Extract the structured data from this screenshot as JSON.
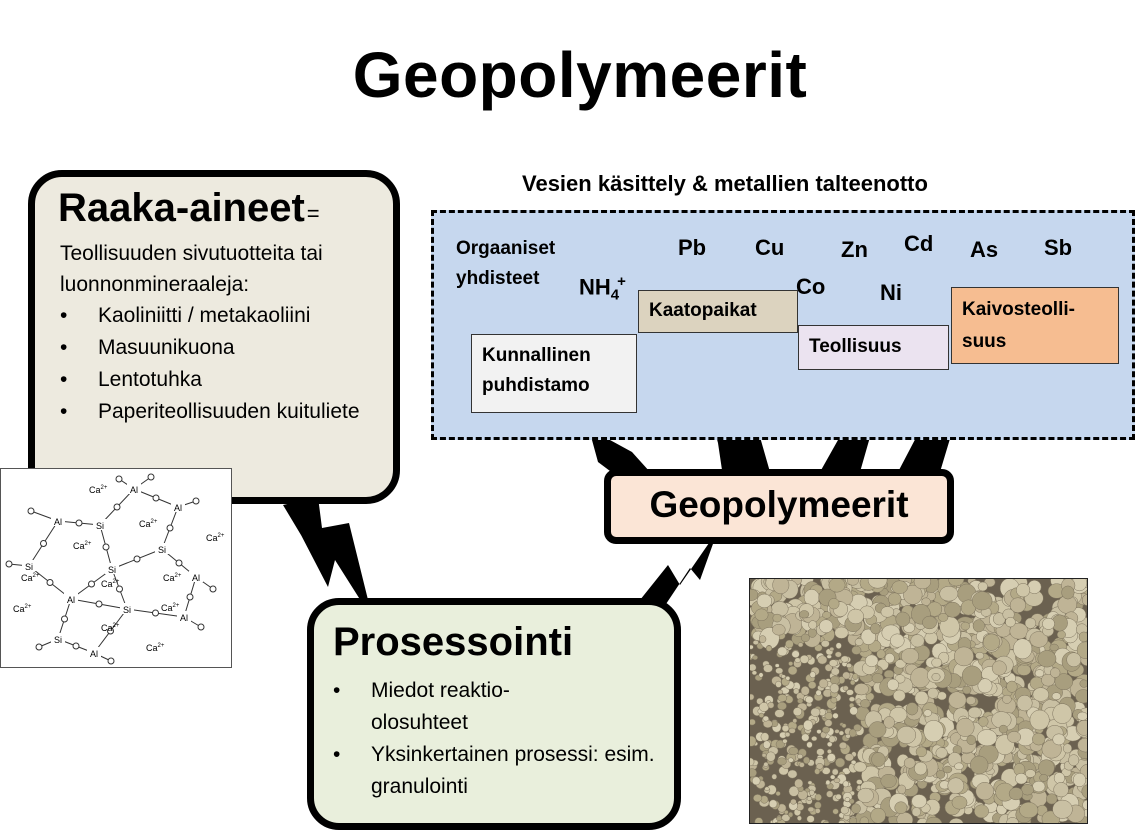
{
  "title": "Geopolymeerit",
  "raw_materials": {
    "heading": "Raaka-aineet",
    "heading_suffix": "=",
    "intro": "Teollisuuden sivutuotteita tai luonnonmineraaleja:",
    "items": [
      "Kaoliniitti / metakaoliini",
      "Masuunikuona",
      "Lentotuhka",
      "Paperiteollisuuden kuituliete"
    ]
  },
  "structure_labels": {
    "al": "Al",
    "si": "Si",
    "ca": "Ca",
    "ca_charge": "2+"
  },
  "processing": {
    "heading": "Prosessointi",
    "items": [
      "Miedot reaktio-olosuhteet",
      "Yksinkertainen prosessi: esim. granulointi"
    ]
  },
  "water": {
    "title": "Vesien käsittely & metallien talteenotto",
    "organic_line1": "Orgaaniset",
    "organic_line2": "yhdisteet",
    "ammonium_base": "NH",
    "ammonium_sub": "4",
    "ammonium_sup": "+",
    "metals": {
      "pb": "Pb",
      "cu": "Cu",
      "zn": "Zn",
      "cd": "Cd",
      "as": "As",
      "sb": "Sb",
      "co": "Co",
      "ni": "Ni"
    },
    "sources": {
      "kunnallinen": "Kunnallinen puhdistamo",
      "kaatopaikat": "Kaatopaikat",
      "teollisuus": "Teollisuus",
      "kaivos": "Kaivosteolli-suus"
    }
  },
  "center_label": "Geopolymeerit",
  "colors": {
    "raw_box": "#edeadf",
    "process_box": "#e9efdc",
    "water_box": "#c6d7ee",
    "geo_box": "#fbe5d6",
    "kunnallinen": "#f2f2f2",
    "kaatopaikat": "#dcd3bf",
    "teollisuus": "#ebe3f0",
    "kaivos": "#f6bd91"
  }
}
